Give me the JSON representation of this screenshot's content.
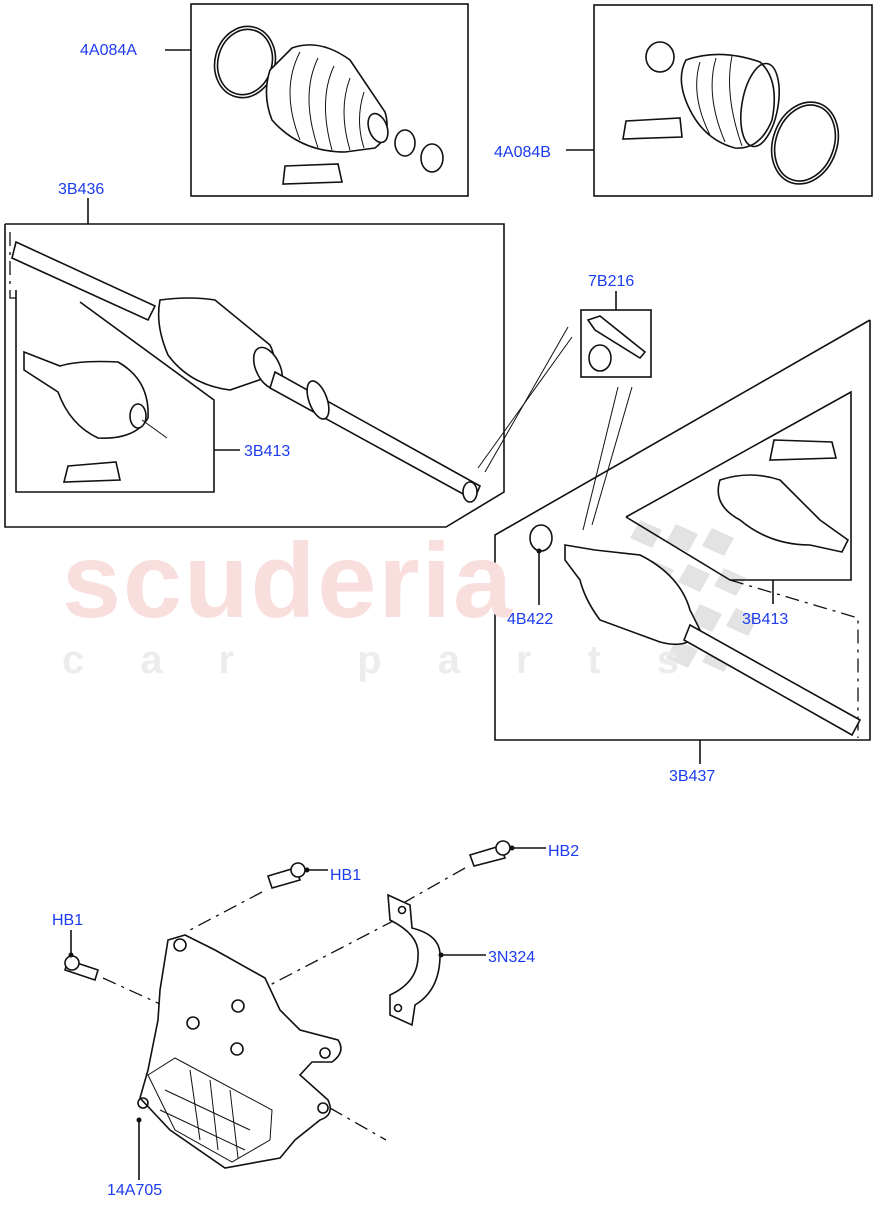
{
  "diagram": {
    "title": "Drive shaft assembly exploded parts diagram",
    "watermark": {
      "main": "scuderia",
      "sub": "car parts",
      "main_color": "#f9dede",
      "sub_color": "#ececec"
    },
    "label_color": "#1c3cf0",
    "callouts": [
      {
        "id": "4A084A",
        "label": "4A084A",
        "part": "outer CV boot kit"
      },
      {
        "id": "4A084B",
        "label": "4A084B",
        "part": "inner CV boot kit"
      },
      {
        "id": "3B436",
        "label": "3B436",
        "part": "front drive shaft left"
      },
      {
        "id": "3B413a",
        "label": "3B413",
        "part": "CV joint (left shaft)"
      },
      {
        "id": "7B216",
        "label": "7B216",
        "part": "grease and seal kit"
      },
      {
        "id": "4B422",
        "label": "4B422",
        "part": "circlip"
      },
      {
        "id": "3B413b",
        "label": "3B413",
        "part": "CV joint (right shaft)"
      },
      {
        "id": "3B437",
        "label": "3B437",
        "part": "front drive shaft right"
      },
      {
        "id": "HB2",
        "label": "HB2",
        "part": "bolt"
      },
      {
        "id": "HB1a",
        "label": "HB1",
        "part": "bolt (upper)"
      },
      {
        "id": "HB1b",
        "label": "HB1",
        "part": "bolt (left)"
      },
      {
        "id": "3N324",
        "label": "3N324",
        "part": "bearing retainer bracket"
      },
      {
        "id": "14A705",
        "label": "14A705",
        "part": "bearing support bracket"
      }
    ]
  }
}
